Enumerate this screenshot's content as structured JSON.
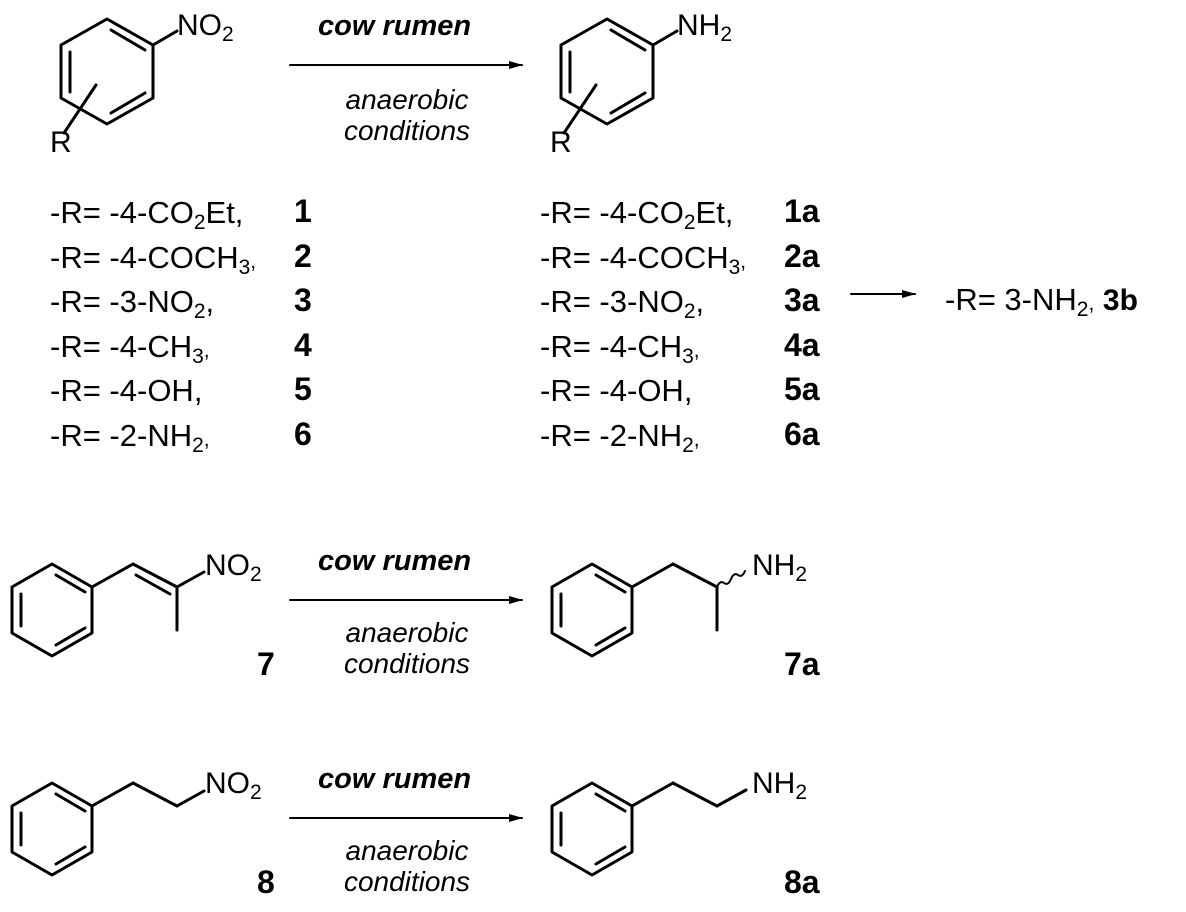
{
  "reactions": {
    "cow_rumen": "cow rumen",
    "conditions_line1": "anaerobic",
    "conditions_line2": "conditions"
  },
  "groups": {
    "nitro_N": "NO",
    "nitro_sub": "2",
    "amino_N": "NH",
    "amino_sub": "2",
    "r_label": "R"
  },
  "series_start": [
    {
      "prefix": "-R= -4-CO",
      "sub": "2",
      "suffix": "Et,",
      "tail": "",
      "label": "1"
    },
    {
      "prefix": "-R= -4-COCH",
      "sub": "3",
      "suffix": "",
      "tail": ",",
      "label": "2"
    },
    {
      "prefix": "-R= -3-NO",
      "sub": "2",
      "suffix": ",",
      "tail": "",
      "label": "3"
    },
    {
      "prefix": "-R= -4-CH",
      "sub": "3",
      "suffix": "",
      "tail": ",",
      "label": "4"
    },
    {
      "prefix": "-R= -4-OH,",
      "sub": "",
      "suffix": "",
      "tail": "",
      "label": "5"
    },
    {
      "prefix": "-R= -2-NH",
      "sub": "2",
      "suffix": "",
      "tail": ",",
      "label": "6"
    }
  ],
  "series_product": [
    {
      "prefix": "-R= -4-CO",
      "sub": "2",
      "suffix": "Et,",
      "tail": "",
      "label": "1a"
    },
    {
      "prefix": "-R= -4-COCH",
      "sub": "3",
      "suffix": "",
      "tail": ",",
      "label": "2a"
    },
    {
      "prefix": "-R= -3-NO",
      "sub": "2",
      "suffix": ",",
      "tail": "",
      "label": "3a"
    },
    {
      "prefix": "-R= -4-CH",
      "sub": "3",
      "suffix": "",
      "tail": ",",
      "label": "4a"
    },
    {
      "prefix": "-R= -4-OH,",
      "sub": "",
      "suffix": "",
      "tail": "",
      "label": "5a"
    },
    {
      "prefix": "-R= -2-NH",
      "sub": "2",
      "suffix": "",
      "tail": ",",
      "label": "6a"
    }
  ],
  "further_product": {
    "prefix": "-R= 3-NH",
    "sub": "2",
    "tail": ",",
    "label": "3b"
  },
  "compounds": {
    "c7": "7",
    "c7a": "7a",
    "c8": "8",
    "c8a": "8a"
  }
}
